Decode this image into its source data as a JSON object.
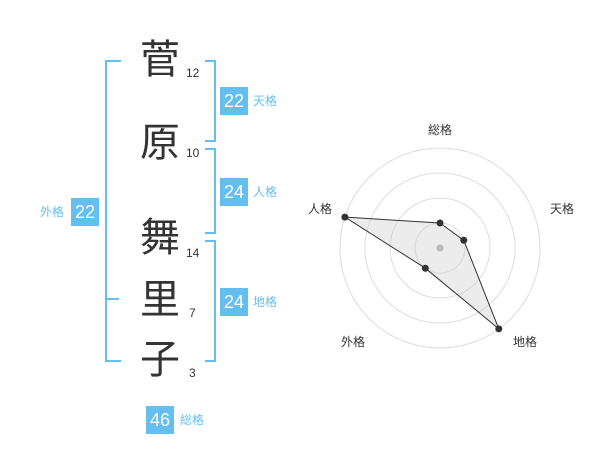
{
  "name": {
    "chars": [
      {
        "char": "菅",
        "strokes": "12"
      },
      {
        "char": "原",
        "strokes": "10"
      },
      {
        "char": "舞",
        "strokes": "14"
      },
      {
        "char": "里",
        "strokes": "7"
      },
      {
        "char": "子",
        "strokes": "3"
      }
    ]
  },
  "kakusu": {
    "tenkaku": {
      "value": "22",
      "label": "天格"
    },
    "jinkaku": {
      "value": "24",
      "label": "人格"
    },
    "chikaku": {
      "value": "24",
      "label": "地格"
    },
    "gaikaku": {
      "value": "22",
      "label": "外格"
    },
    "soukaku": {
      "value": "46",
      "label": "総格"
    }
  },
  "colors": {
    "accent": "#64bff0",
    "text": "#333333",
    "grid": "#dddddd"
  },
  "chart_data": {
    "type": "radar",
    "axes": [
      "総格",
      "天格",
      "地格",
      "外格",
      "人格"
    ],
    "values": [
      0.25,
      0.25,
      1.0,
      0.25,
      1.0
    ],
    "range": [
      0,
      1
    ],
    "rings": 4
  }
}
